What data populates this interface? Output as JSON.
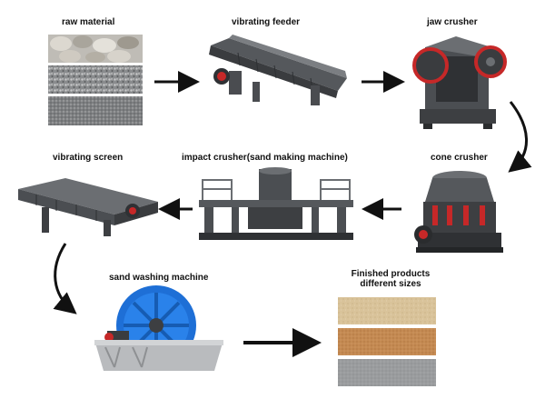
{
  "diagram": {
    "nodes": [
      {
        "id": "raw",
        "label": "raw  material"
      },
      {
        "id": "feeder",
        "label": "vibrating feeder"
      },
      {
        "id": "jaw",
        "label": "jaw crusher"
      },
      {
        "id": "cone",
        "label": "cone crusher"
      },
      {
        "id": "impact",
        "label": "impact crusher(sand making machine)"
      },
      {
        "id": "screen",
        "label": "vibrating screen"
      },
      {
        "id": "washer",
        "label": "sand washing machine"
      },
      {
        "id": "products",
        "label_line1": "Finished products",
        "label_line2": "different sizes"
      }
    ],
    "edges": [
      {
        "from": "raw",
        "to": "feeder"
      },
      {
        "from": "feeder",
        "to": "jaw"
      },
      {
        "from": "jaw",
        "to": "cone"
      },
      {
        "from": "cone",
        "to": "impact"
      },
      {
        "from": "impact",
        "to": "screen"
      },
      {
        "from": "screen",
        "to": "washer"
      },
      {
        "from": "washer",
        "to": "products"
      }
    ]
  },
  "colors": {
    "machine_dark": "#3d3f42",
    "machine_mid": "#6b6e72",
    "accent_red": "#c62828",
    "wheel_blue": "#1e6fd6",
    "sand_light": "#d9c39a",
    "sand_orange": "#c48a52",
    "sand_gray": "#9a9c9e"
  }
}
